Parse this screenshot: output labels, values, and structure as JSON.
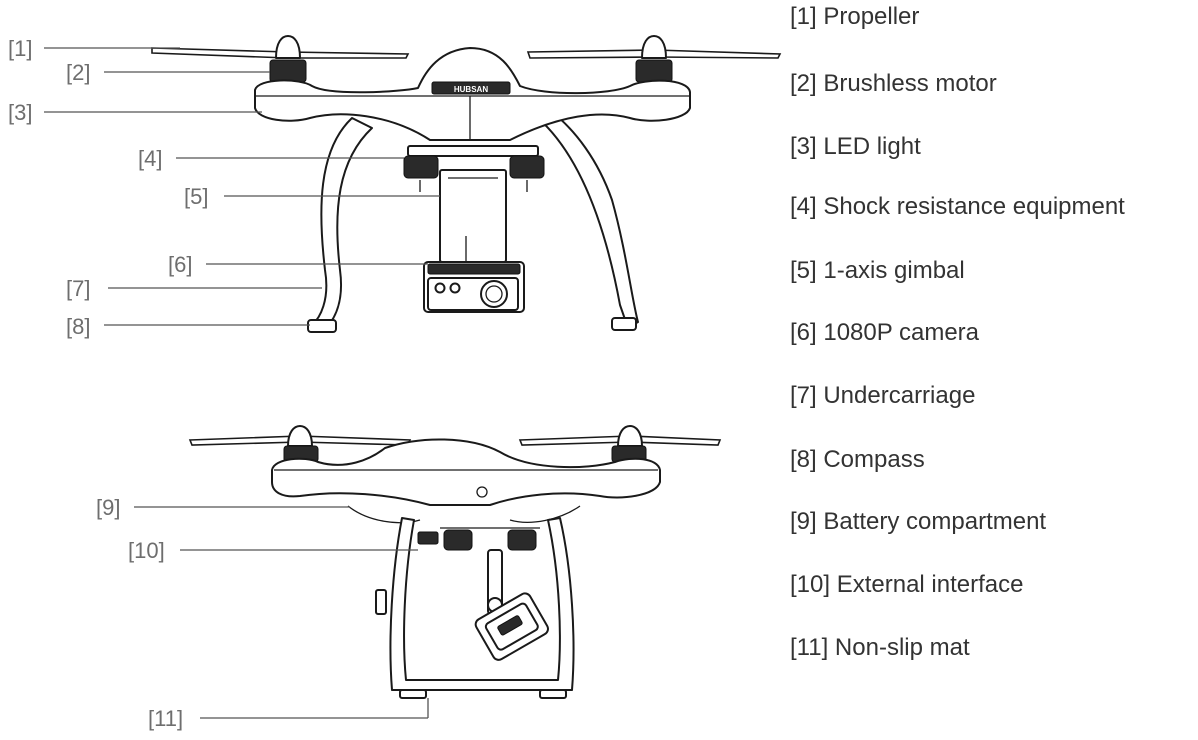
{
  "colors": {
    "ink": "#1a1a1a",
    "callout_text": "#6e6e6e",
    "legend_text": "#333333",
    "leader_line": "#555555"
  },
  "top_view": {
    "brand_label": "HUBSAN",
    "callouts": [
      "[1]",
      "[2]",
      "[3]",
      "[4]",
      "[5]",
      "[6]",
      "[7]",
      "[8]"
    ]
  },
  "side_view": {
    "callouts": [
      "[9]",
      "[10]",
      "[11]"
    ]
  },
  "legend": [
    "[1] Propeller",
    "[2] Brushless motor",
    "[3] LED light",
    "[4] Shock resistance equipment",
    "[5] 1-axis gimbal",
    "[6] 1080P camera",
    "[7] Undercarriage",
    "[8] Compass",
    "[9] Battery compartment",
    "[10] External interface",
    "[11] Non-slip mat"
  ]
}
